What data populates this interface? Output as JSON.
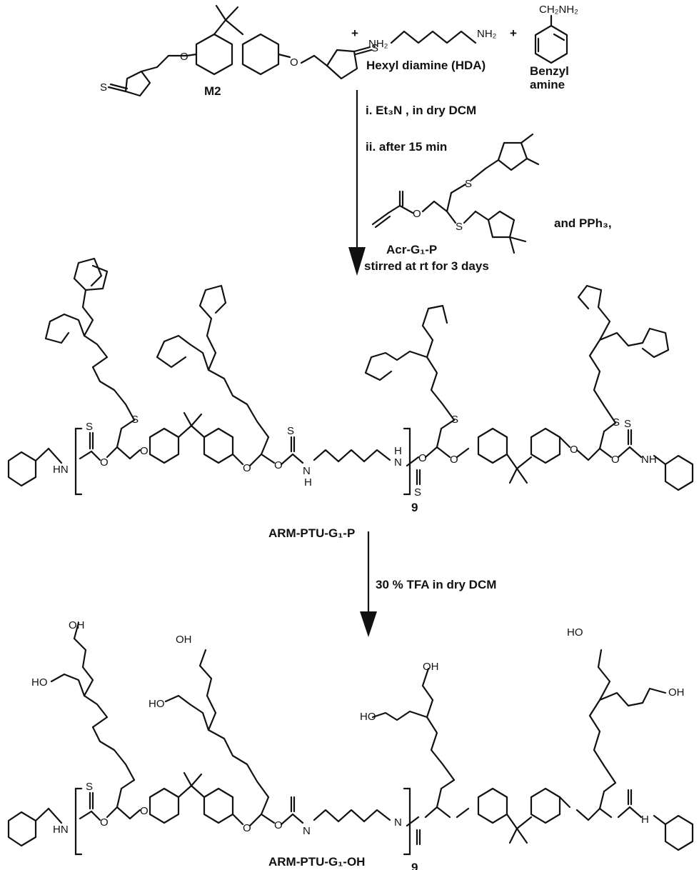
{
  "reactants": {
    "m2_label": "M2",
    "plus_1": "+",
    "plus_2": "+",
    "hda_left_nh2": "NH₂",
    "hda_right_nh2": "NH₂",
    "hda_label": "Hexyl diamine (HDA)",
    "benzylamine_group": "CH₂NH₂",
    "benzylamine_label_line1": "Benzyl",
    "benzylamine_label_line2": "amine",
    "m2_atoms": {
      "oxygen": "O",
      "sulfur": "S"
    }
  },
  "step1": {
    "condition_1": "i. Et₃N , in dry DCM",
    "condition_2": "ii. after 15 min",
    "reagent_label": "Acr-G₁-P",
    "reagent_extra": "and PPh₃,",
    "stir_note": "stirred at rt for 3 days"
  },
  "product_1": {
    "label": "ARM-PTU-G₁-P",
    "repeat_count": "9",
    "atoms": {
      "oxygen": "O",
      "sulfur": "S",
      "nh": "NH",
      "hn": "HN",
      "n": "N",
      "h": "H"
    }
  },
  "step2": {
    "condition": "30 % TFA in dry DCM"
  },
  "product_2": {
    "label": "ARM-PTU-G₁-OH",
    "repeat_count": "9",
    "atoms": {
      "oh": "OH",
      "ho": "HO",
      "oxygen": "O",
      "sulfur": "S",
      "hn": "HN",
      "n": "N",
      "h": "H"
    }
  }
}
